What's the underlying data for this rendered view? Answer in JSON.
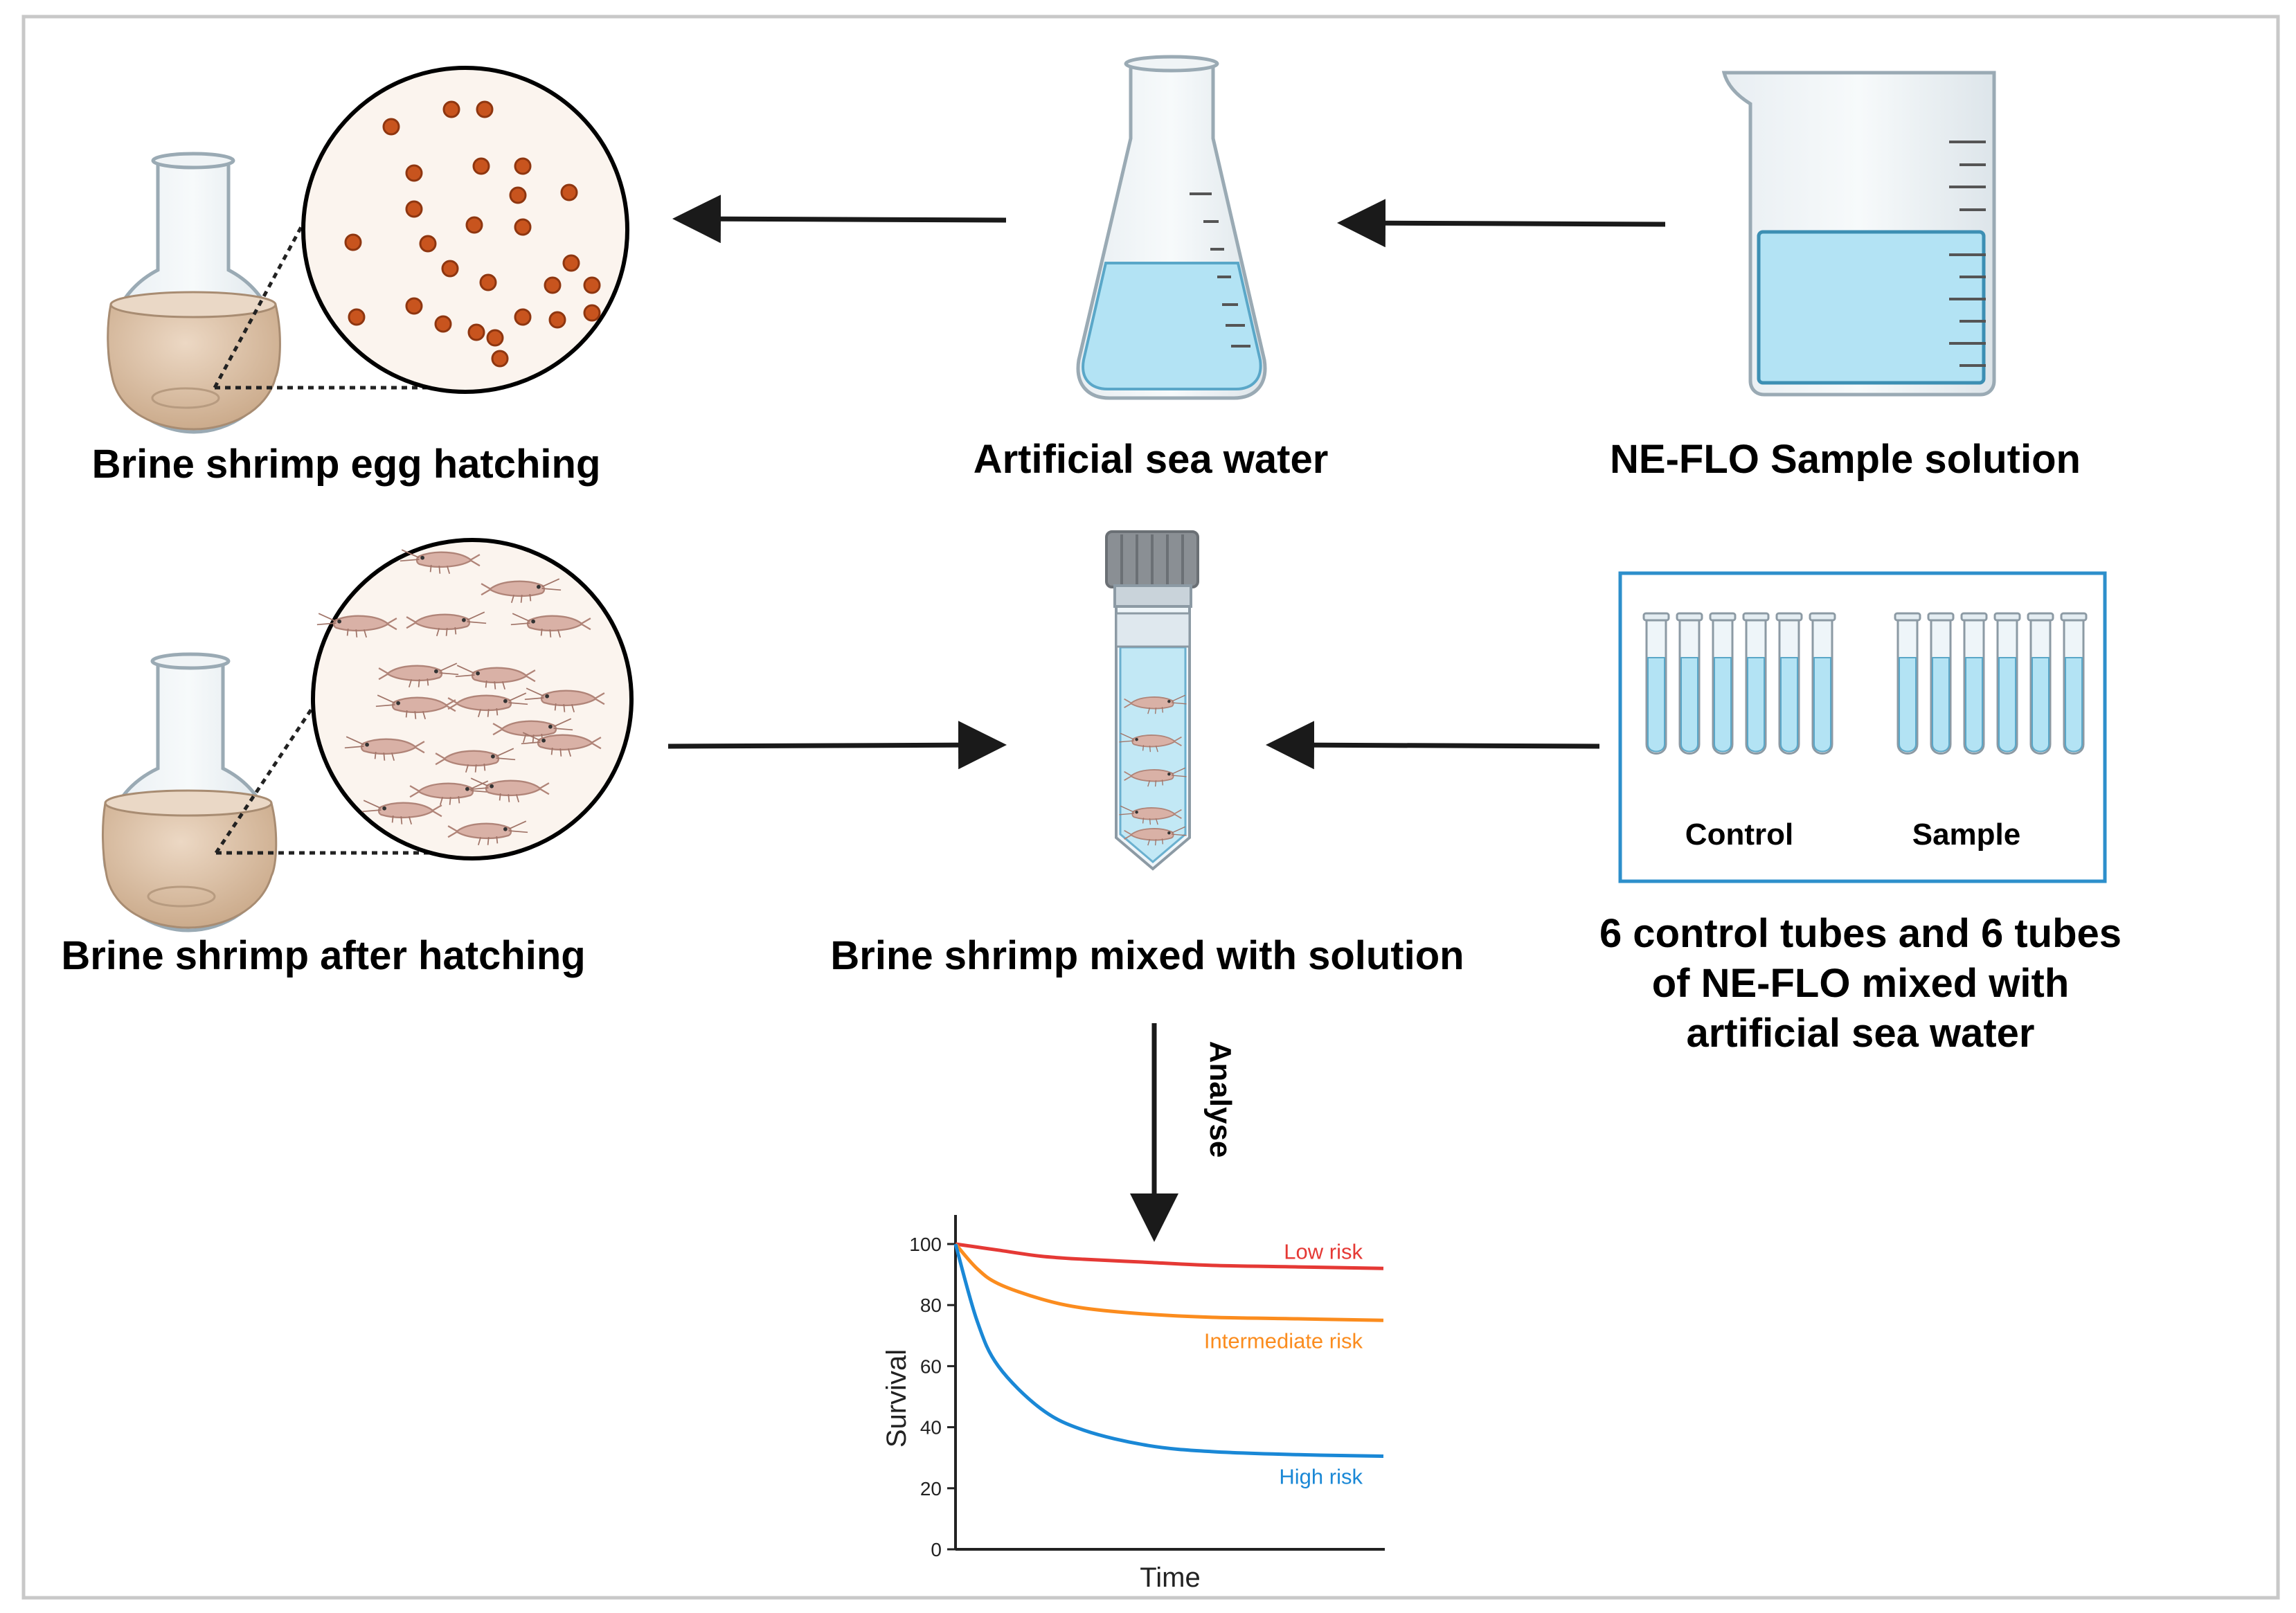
{
  "labels": {
    "egg_hatching": "Brine shrimp egg hatching",
    "sea_water": "Artificial sea water",
    "sample_solution": "NE-FLO Sample solution",
    "after_hatching": "Brine shrimp after hatching",
    "mixed": "Brine shrimp mixed with solution",
    "tubes_line1": "6 control tubes and 6 tubes",
    "tubes_line2": "of NE-FLO mixed with",
    "tubes_line3": "artificial sea water",
    "control": "Control",
    "sample": "Sample",
    "analyse": "Analyse"
  },
  "colors": {
    "border": "#c8c8c8",
    "arrow": "#1a1a1a",
    "liquid_blue": "#b3e3f4",
    "liquid_blue_edge": "#5aa7c8",
    "flask_liquid": "#dcc3ab",
    "egg": "#c8541e",
    "shrimp": "#d9b1a6",
    "tube_box": "#2d8fcb",
    "low": "#e53935",
    "intermediate": "#fb8c1e",
    "high": "#1a88d6"
  },
  "chart_data": {
    "type": "line",
    "xlabel": "Time",
    "ylabel": "Survival",
    "ylim": [
      0,
      100
    ],
    "yticks": [
      0,
      20,
      40,
      60,
      80,
      100
    ],
    "x": [
      0,
      0.05,
      0.1,
      0.2,
      0.3,
      0.45,
      0.6,
      0.8,
      1.0
    ],
    "series": [
      {
        "name": "Low risk",
        "color": "#e53935",
        "values": [
          100,
          99,
          98,
          96,
          95,
          94,
          93,
          92.5,
          92
        ]
      },
      {
        "name": "Intermediate risk",
        "color": "#fb8c1e",
        "values": [
          100,
          92,
          87,
          82,
          79,
          77,
          76,
          75.5,
          75
        ]
      },
      {
        "name": "High risk",
        "color": "#1a88d6",
        "values": [
          100,
          75,
          60,
          46,
          39,
          34,
          32,
          31,
          30.5
        ]
      }
    ]
  }
}
